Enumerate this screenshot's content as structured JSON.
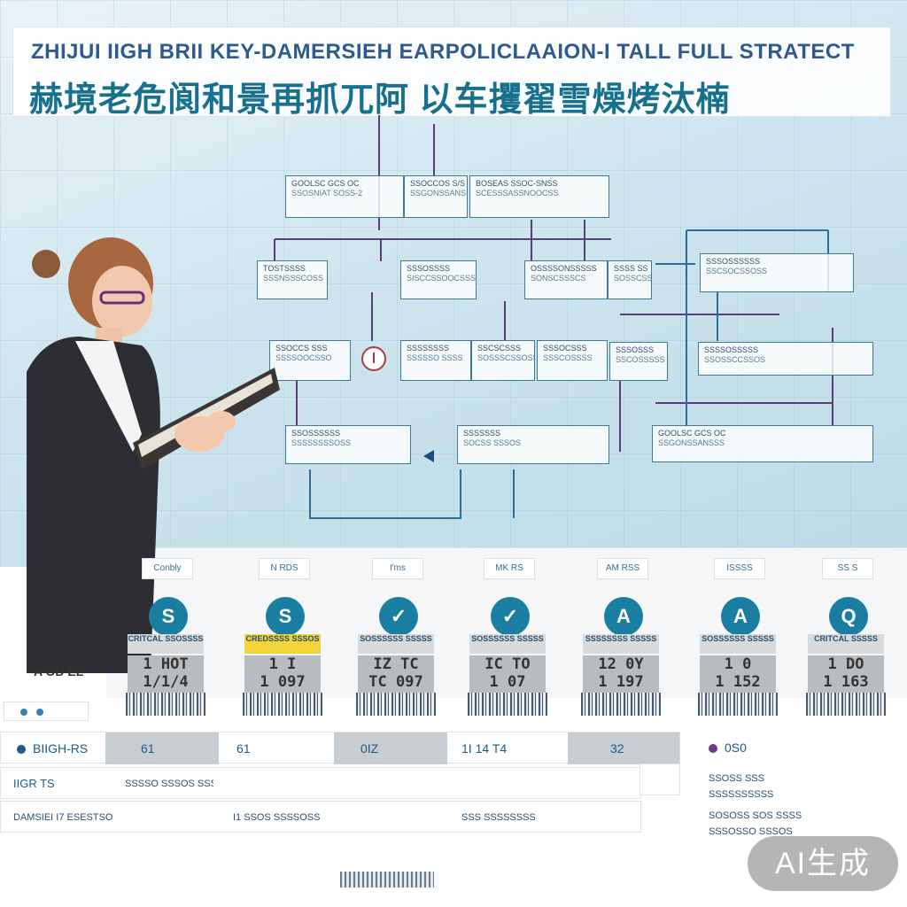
{
  "title": {
    "english": "ZHIJUI IIGH BRII KEY-DAMERSIEH EARPOLICLAAION-I TALL FULL STRATECT",
    "chinese": "赫境老危阆和景再抓兀阿 以车攫翟雪燥烤汰楠"
  },
  "flowchart": {
    "nodes": [
      {
        "id": "n1",
        "line1": "GOOLSC GCS OC",
        "line2": "SSOSNIAT SOSS-2"
      },
      {
        "id": "n2",
        "line1": "SSOCCOS S/S",
        "line2": "SSGONSSANSSS"
      },
      {
        "id": "n3",
        "line1": "BOSEAS SSOC-SNSS",
        "line2": "SCESSSASSNOOCSS"
      },
      {
        "id": "n4",
        "line1": "TOSTSSSS",
        "line2": "SSSNSSSCOSS"
      },
      {
        "id": "n5",
        "line1": "SSSOSSSS",
        "line2": "SISCCSSOOCSSS"
      },
      {
        "id": "n6",
        "line1": "OSSSSONSSSSS",
        "line2": "SONSCSSSCS"
      },
      {
        "id": "n7",
        "line1": "SSSS SS",
        "line2": "SOSSCSSSOMSSS"
      },
      {
        "id": "n8",
        "line1": "SSSOSSSSSS",
        "line2": "SSCSOCSSOSS"
      },
      {
        "id": "n9",
        "line1": "SSOCCS SSS",
        "line2": "SSSSOOCSSO"
      },
      {
        "id": "n10",
        "line1": "SSSSSSSS",
        "line2": "SSSSSO SSSS"
      },
      {
        "id": "n11",
        "line1": "SSCSCSSS",
        "line2": "SOSSSCSSOSS"
      },
      {
        "id": "n12",
        "line1": "SSSOCSSS",
        "line2": "SSSCOSSSS"
      },
      {
        "id": "n13",
        "line1": "SSSOSSS",
        "line2": "SSCOSSSSS"
      },
      {
        "id": "n14",
        "line1": "SSSSOSSSSS",
        "line2": "SSOSSCCSSOS"
      },
      {
        "id": "n15",
        "line1": "SSOSSSSSS",
        "line2": "SSSSSSSSOSS"
      },
      {
        "id": "n16",
        "line1": "SSSSSSS",
        "line2": "SOCSS SSSOS"
      }
    ]
  },
  "woman_label": "A OD EL",
  "cards": [
    {
      "tab": "Conbly",
      "icon": "S",
      "label": "CRITCAL SSOSSSS",
      "code_top": "1 HOT",
      "code_bottom": "1/1/4",
      "highlight": false
    },
    {
      "tab": "N RDS",
      "icon": "S",
      "label": "CREDSSSS SSSOS",
      "code_top": "1 I",
      "code_bottom": "1 097",
      "highlight": true
    },
    {
      "tab": "I'ms",
      "icon": "✓",
      "label": "SOSSSSSS SSSSS",
      "code_top": "IZ TC",
      "code_bottom": "TC 097",
      "highlight": false
    },
    {
      "tab": "MK RS",
      "icon": "✓",
      "label": "SOSSSSSS SSSSS",
      "code_top": "IC TO",
      "code_bottom": "1 07",
      "highlight": false
    },
    {
      "tab": "AM RSS",
      "icon": "A",
      "label": "SSSSSSSS SSSSS",
      "code_top": "12 0Y",
      "code_bottom": "1 197",
      "highlight": false
    },
    {
      "tab": "ISSSS",
      "icon": "A",
      "label": "SOSSSSSS SSSSS",
      "code_top": "1 0",
      "code_bottom": "1 152",
      "highlight": false
    },
    {
      "tab": "SS S",
      "icon": "Q",
      "label": "CRITCAL SSSSS",
      "code_top": "1 DO",
      "code_bottom": "1 163",
      "highlight": false
    }
  ],
  "table": {
    "row1": {
      "label": "BIIGH-RS",
      "c1": "61",
      "c2": "61",
      "c3": "0IZ",
      "c4": "1I 14 T4",
      "c5": "32",
      "c6": "0S0"
    },
    "row2": {
      "label": "IIGR TS",
      "note": "SSSSO SSSOS SSSSS"
    },
    "row3": {
      "label": "DAMSIEI  I7 ESESTSO",
      "c2": "I1  SSOS  SSSSOSS",
      "c3": "SSS  SSSSSSSS"
    },
    "side_notes": [
      "SSOSS SSS",
      "SSSSSSSSSS",
      "SOSOSS SOS SSSS",
      "SSSOSSO SSSOS"
    ]
  },
  "watermark": "AI生成",
  "colors": {
    "accent": "#1a7ea0",
    "title_blue": "#17708e",
    "highlight_yellow": "#f1d33b"
  }
}
